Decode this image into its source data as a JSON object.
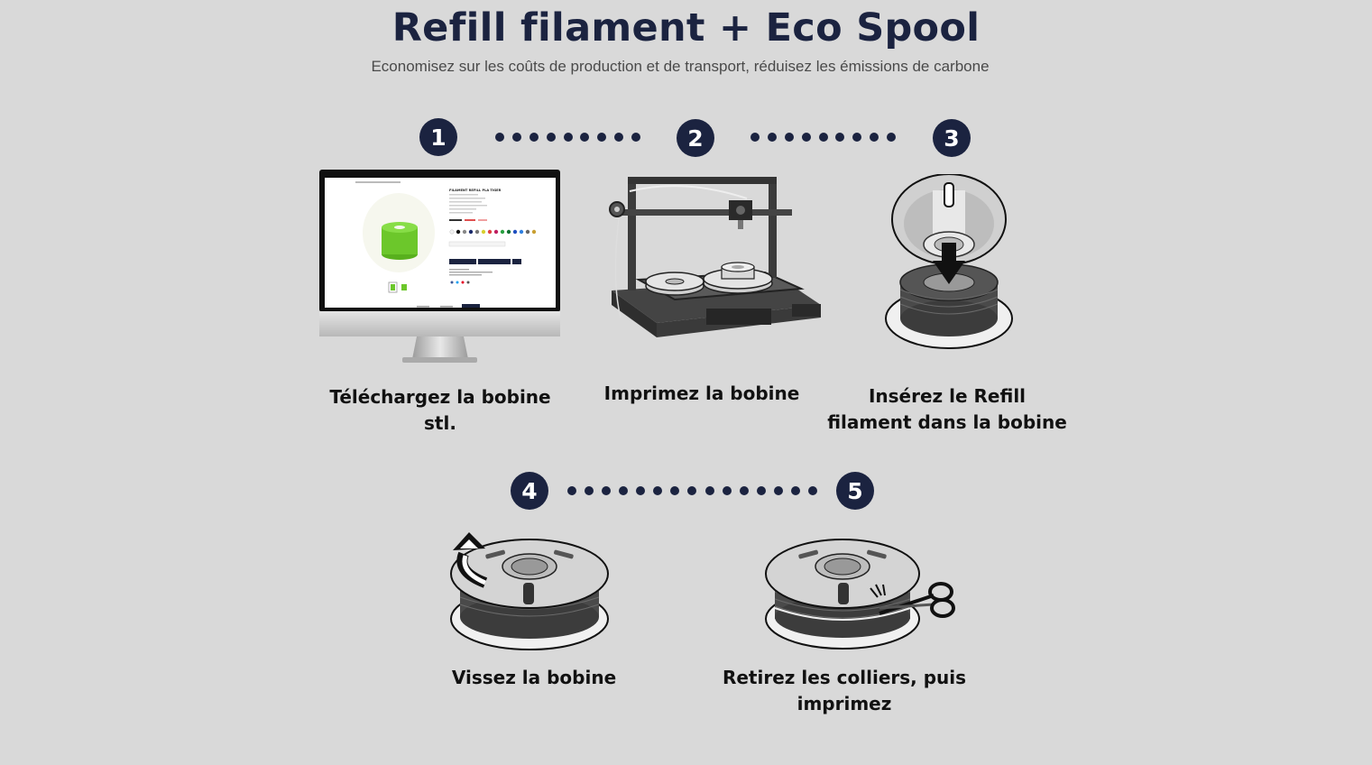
{
  "header": {
    "title": "Refill filament + Eco Spool",
    "subtitle": "Economisez sur les coûts de production et de transport, réduisez les émissions de carbone"
  },
  "steps": [
    {
      "number": "1",
      "caption_lines": [
        "Téléchargez la bobine",
        "stl."
      ]
    },
    {
      "number": "2",
      "caption_lines": [
        "Imprimez la bobine"
      ]
    },
    {
      "number": "3",
      "caption_lines": [
        "Insérez le Refill",
        "filament dans la bobine"
      ]
    },
    {
      "number": "4",
      "caption_lines": [
        "Vissez la bobine"
      ]
    },
    {
      "number": "5",
      "caption_lines": [
        "Retirez les colliers, puis",
        "imprimez"
      ]
    }
  ],
  "screen": {
    "product_title": "FILAMENT REFILL PLA TIGER"
  },
  "colors": {
    "background": "#d9d9d9",
    "navy": "#1b2340",
    "product_green": "#6cc72b",
    "caption_text": "#111111"
  }
}
